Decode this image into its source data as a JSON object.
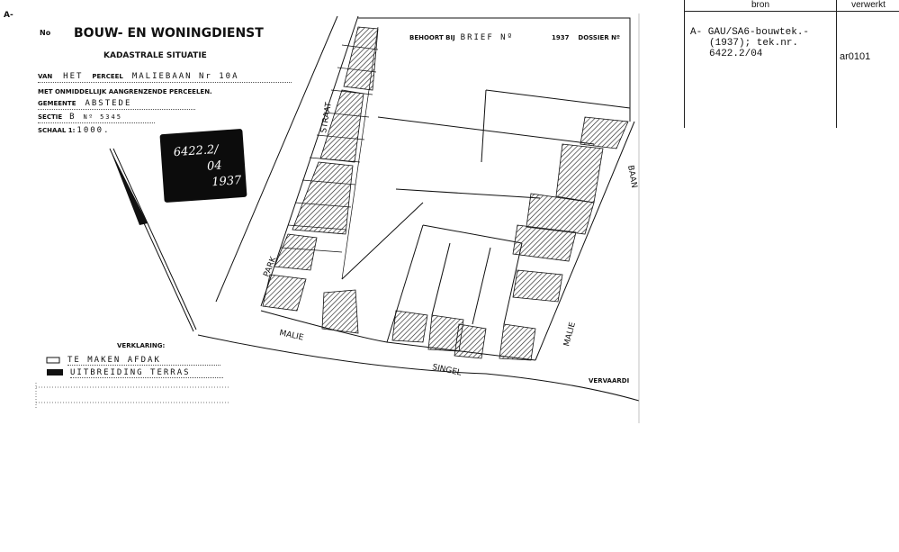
{
  "document": {
    "margin_mark": "A-",
    "number_label": "No",
    "office": "BOUW- EN WONINGDIENST",
    "title": "KADASTRALE SITUATIE",
    "van_label": "VAN",
    "van_value": "HET",
    "perceel_label": "PERCEEL",
    "perceel_value": "MALIEBAAN Nr 10A",
    "neighbours": "MET ONMIDDELLIJK AANGRENZENDE PERCEELEN.",
    "gemeente_label": "GEMEENTE",
    "gemeente_value": "ABSTEDE",
    "sectie_label": "SECTIE",
    "sectie_value": "B",
    "sectie_nr": "Nº 5345",
    "schaal_label": "SCHAAL 1:",
    "schaal_value": "1000.",
    "behoort_label": "BEHOORT BIJ",
    "brief_value": "BRIEF Nº",
    "year_value": "1937",
    "dossier_label": "DOSSIER Nº",
    "stamp": {
      "line1": "6422.2/",
      "line2": "04",
      "line3": "1937"
    },
    "legend_title": "VERKLARING:",
    "legend": [
      {
        "label": "TE MAKEN AFDAK",
        "swatch": "open"
      },
      {
        "label": "UITBREIDING TERRAS",
        "swatch": "filled"
      }
    ],
    "streets": {
      "park": "PARK",
      "straat": "STRAAT",
      "malie_bottom": "MALIE",
      "singel": "SINGEL",
      "malie_right": "MALIE",
      "baan": "BAAN"
    },
    "vervaardigd": "VERVAARDI"
  },
  "panel": {
    "col_bron": "bron",
    "col_verwerkt": "verwerkt",
    "bron_lines": [
      "A- GAU/SA6-bouwtek.-",
      "(1937); tek.nr.",
      "6422.2/04"
    ],
    "verwerkt": "ar0101"
  }
}
